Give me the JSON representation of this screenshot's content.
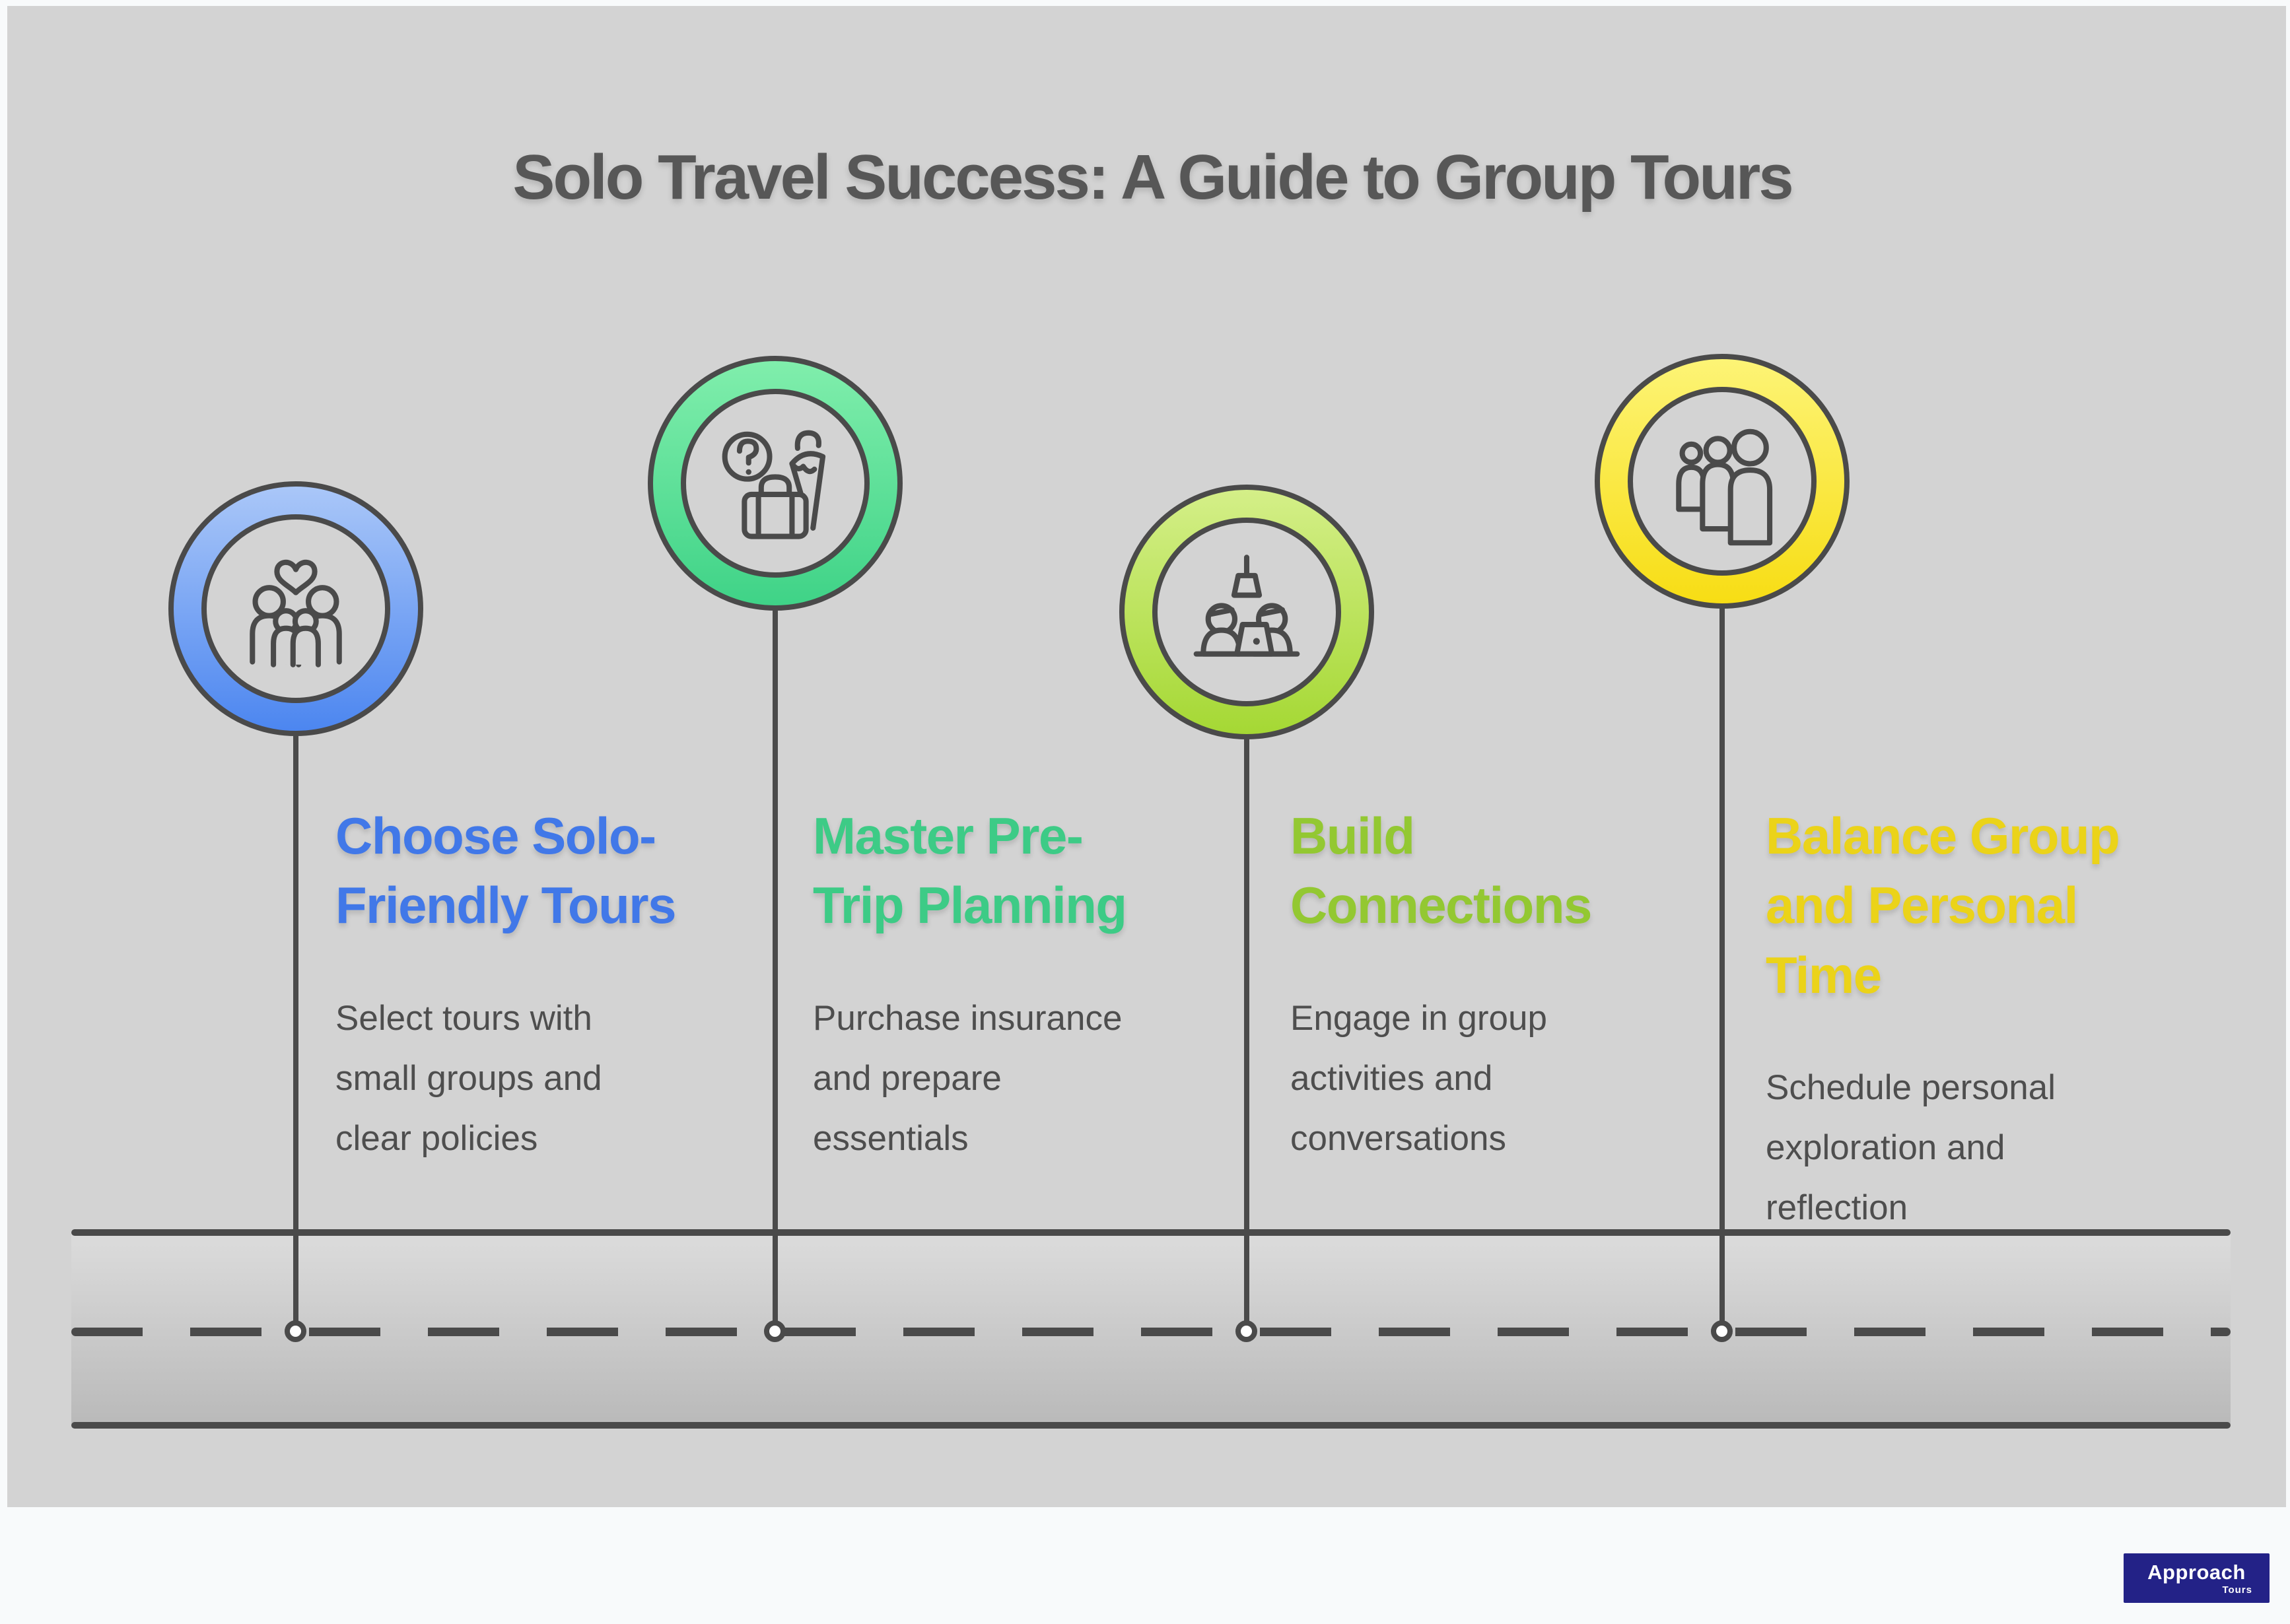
{
  "title": "Solo Travel Success: A Guide to Group Tours",
  "colors": {
    "page_bg": "#f8fafb",
    "canvas_bg": "#d3d3d3",
    "stroke": "#4a4a4a",
    "title_text": "#575757",
    "body_text": "#4e4e4e",
    "road_top": "#dcdcdc",
    "road_bottom": "#b9b9b9",
    "logo_bg": "#232287",
    "logo_text": "#ffffff"
  },
  "steps": [
    {
      "heading": "Choose Solo-\nFriendly Tours",
      "description": "Select tours with\nsmall groups and\nclear policies",
      "accent": "#4178e8",
      "ring_top": "#aac7f8",
      "ring_bottom": "#4c86f0",
      "icon": "family-heart-icon"
    },
    {
      "heading": "Master Pre-\nTrip Planning",
      "description": "Purchase insurance\nand prepare\nessentials",
      "accent": "#3dcb86",
      "ring_top": "#80eeac",
      "ring_bottom": "#3fd387",
      "icon": "trip-planning-icon"
    },
    {
      "heading": "Build\nConnections",
      "description": "Engage in group\nactivities and\nconversations",
      "accent": "#93c832",
      "ring_top": "#d4ef88",
      "ring_bottom": "#a5d834",
      "icon": "group-activity-icon"
    },
    {
      "heading": "Balance Group\nand Personal\nTime",
      "description": "Schedule personal\nexploration and\nreflection",
      "accent": "#ebd319",
      "ring_top": "#fdf476",
      "ring_bottom": "#f7dd14",
      "icon": "people-queue-icon"
    }
  ],
  "logo": {
    "brand": "Approach",
    "sub": "Tours"
  }
}
